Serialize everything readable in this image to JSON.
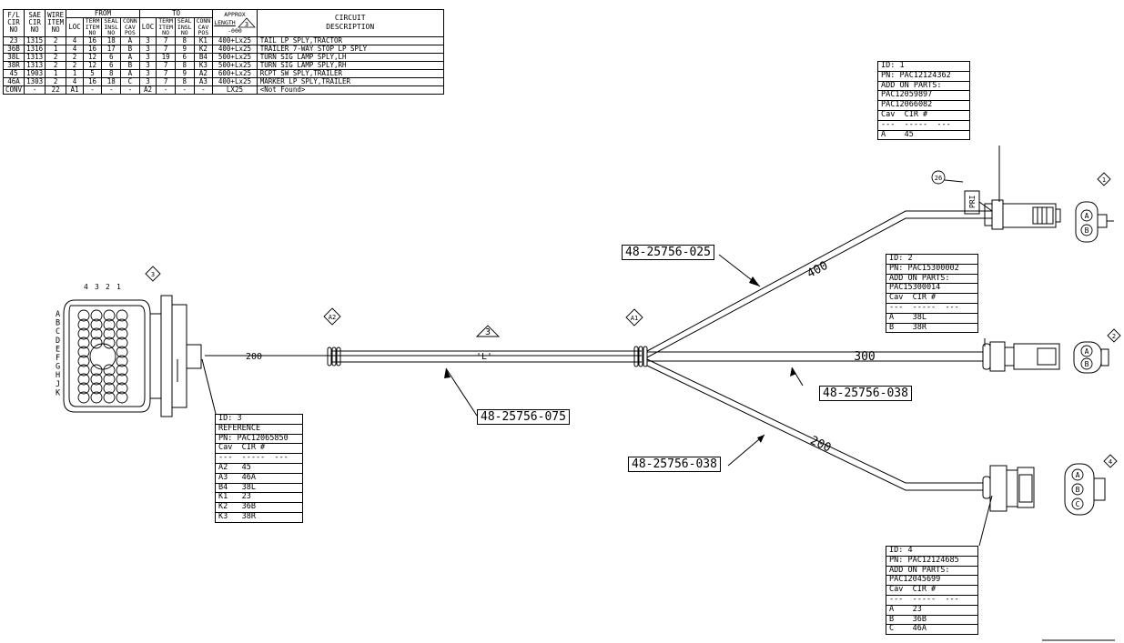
{
  "circuit_table": {
    "header": {
      "fl_cir_no": [
        "F/L",
        "CIR",
        "NO"
      ],
      "sae_cir_no": [
        "SAE",
        "CIR",
        "NO"
      ],
      "wire_item_no": [
        "WIRE",
        "ITEM",
        "NO"
      ],
      "from": "FROM",
      "to": "TO",
      "loc": "LOC",
      "term_item_no": [
        "TERM",
        "ITEM",
        "NO"
      ],
      "seal_insl_no": [
        "SEAL",
        "INSL",
        "NO"
      ],
      "conn_cav_pos": [
        "CONN",
        "CAV",
        "POS"
      ],
      "approx_length": [
        "APPROX",
        "LENGTH",
        "-000"
      ],
      "length_note": "3",
      "circuit_description": [
        "CIRCUIT",
        "DESCRIPTION"
      ]
    },
    "rows": [
      [
        "23",
        "1315",
        "2",
        "4",
        "16",
        "18",
        "A",
        "3",
        "7",
        "8",
        "K1",
        "400+Lx25",
        "TAIL LP SPLY,TRACTOR"
      ],
      [
        "36B",
        "1316",
        "1",
        "4",
        "16",
        "17",
        "B",
        "3",
        "7",
        "9",
        "K2",
        "400+Lx25",
        "TRAILER 7-WAY STOP LP SPLY"
      ],
      [
        "38L",
        "1313",
        "2",
        "2",
        "12",
        "6",
        "A",
        "3",
        "19",
        "6",
        "B4",
        "500+Lx25",
        "TURN SIG LAMP SPLY,LH"
      ],
      [
        "38R",
        "1313",
        "2",
        "2",
        "12",
        "6",
        "B",
        "3",
        "7",
        "8",
        "K3",
        "500+Lx25",
        "TURN SIG LAMP SPLY,RH"
      ],
      [
        "45",
        "1903",
        "1",
        "1",
        "5",
        "8",
        "A",
        "3",
        "7",
        "9",
        "A2",
        "600+Lx25",
        "RCPT SW SPLY,TRAILER"
      ],
      [
        "46A",
        "1303",
        "2",
        "4",
        "16",
        "18",
        "C",
        "3",
        "7",
        "8",
        "A3",
        "400+Lx25",
        "MARKER LP SPLY,TRAILER"
      ],
      [
        "CONV",
        "-",
        "22",
        "A1",
        "-",
        "-",
        "-",
        "A2",
        "-",
        "-",
        "-",
        "LX25",
        "<Not Found>"
      ]
    ]
  },
  "id_boxes": [
    {
      "lines": [
        "ID: 1",
        "PN: PAC12124362",
        "ADD ON PARTS:",
        "PAC12059897",
        "PAC12066082",
        "Cav  CIR #",
        "---  -----  ---",
        "A    45"
      ]
    },
    {
      "lines": [
        "ID: 2",
        "PN: PAC15300002",
        "ADD ON PARTS:",
        "PAC15300014",
        "Cav  CIR #",
        "---  -----  ---",
        "A    38L",
        "B    38R"
      ]
    },
    {
      "lines": [
        "ID: 3",
        "REFERENCE",
        "PN: PAC12065850",
        "Cav  CIR #",
        "---  -----  ---",
        "A2   45",
        "A3   46A",
        "B4   38L",
        "K1   23",
        "K2   36B",
        "K3   38R"
      ]
    },
    {
      "lines": [
        "ID: 4",
        "PN: PAC12124685",
        "ADD ON PARTS:",
        "PAC12045699",
        "Cav  CIR #",
        "---  -----  ---",
        "A    23",
        "B    36B",
        "C    46A"
      ]
    }
  ],
  "part_numbers": {
    "branch_upper": "48-25756-025",
    "main_trunk": "48-25756-075",
    "branch_middle": "48-25756-038",
    "branch_lower": "48-25756-038"
  },
  "dimensions": {
    "trunk_left": "200",
    "trunk_mid": "'L'",
    "branch_upper": "400",
    "branch_middle": "300",
    "branch_lower": "200"
  },
  "markers": {
    "a2": "A2",
    "a1": "A1",
    "note3": "3",
    "conn3": "3",
    "conn1": "1",
    "conn2": "2",
    "conn4": "4",
    "balloon": "26",
    "pri_tag": "PRI"
  },
  "connector3": {
    "columns": [
      "4",
      "3",
      "2",
      "1"
    ],
    "rows": [
      "A",
      "B",
      "C",
      "D",
      "E",
      "F",
      "G",
      "H",
      "J",
      "K"
    ]
  },
  "connector_pins": {
    "c1": [
      "A",
      "B"
    ],
    "c2": [
      "A",
      "B"
    ],
    "c4": [
      "A",
      "B",
      "C"
    ]
  }
}
